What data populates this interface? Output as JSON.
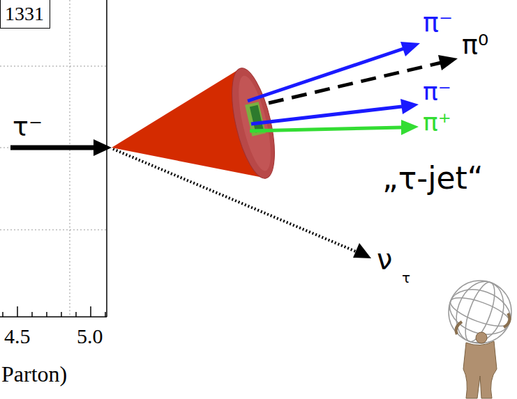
{
  "diagram": {
    "nodes": [
      {
        "text": [
          "1331"
        ]
      }
    ],
    "labels": [
      "τ⁻",
      "π⁻",
      "π⁰",
      "π⁻",
      "π⁺",
      "„τ-jet“",
      "ν",
      "τ",
      "4.5",
      "5.0",
      "Parton)"
    ]
  }
}
